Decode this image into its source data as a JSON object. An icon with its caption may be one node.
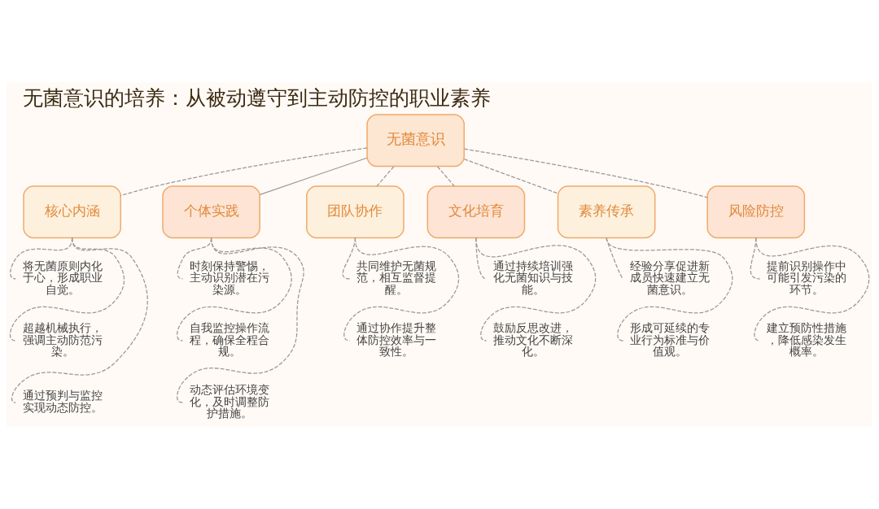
{
  "diagram": {
    "title": "无菌意识的培养：从被动遵守到主动防控的职业素养",
    "nodes": [
      {
        "text": [
          "无菌意识"
        ]
      },
      {
        "text": [
          "核心内涵"
        ]
      },
      {
        "text": [
          "个体实践"
        ]
      },
      {
        "text": [
          "团队协作"
        ]
      },
      {
        "text": [
          "文化培育"
        ]
      },
      {
        "text": [
          "素养传承"
        ]
      },
      {
        "text": [
          "风险防控"
        ]
      },
      {
        "text": [
          "将无菌原则内化于心，形成职业自觉。"
        ]
      },
      {
        "text": [
          "超越机械执行，强调主动防范污染。"
        ]
      },
      {
        "text": [
          "通过预判与监控实现动态防控。"
        ]
      },
      {
        "text": [
          "时刻保持警惕，主动识别潜在污染源。"
        ]
      },
      {
        "text": [
          "自我监控操作流程，确保全程合规。"
        ]
      },
      {
        "text": [
          "动态评估环境变化，及时调整防护措施。"
        ]
      },
      {
        "text": [
          "共同维护无菌规范，相互监督提醒。"
        ]
      },
      {
        "text": [
          "通过协作提升整体防控效率与一致性。"
        ]
      },
      {
        "text": [
          "通过持续培训强化无菌知识与技能。"
        ]
      },
      {
        "text": [
          "鼓励反思改进，推动文化不断深化。"
        ]
      },
      {
        "text": [
          "经验分享促进新成员快速建立无菌意识。"
        ]
      },
      {
        "text": [
          "形成可延续的专业行为标准与价值观。"
        ]
      },
      {
        "text": [
          "提前识别操作中可能引发污染的环节。"
        ]
      },
      {
        "text": [
          "建立预防性措施，降低感染发生概率。"
        ]
      }
    ],
    "edges": [
      {
        "from": 0,
        "to": 1,
        "arrow": "none",
        "style": "dashed"
      },
      {
        "from": 0,
        "to": 2,
        "arrow": "none"
      },
      {
        "from": 0,
        "to": 3,
        "arrow": "none",
        "style": "dashed"
      },
      {
        "from": 0,
        "to": 4,
        "arrow": "none",
        "style": "dashed"
      },
      {
        "from": 0,
        "to": 5,
        "arrow": "none",
        "style": "dashed"
      },
      {
        "from": 0,
        "to": 6,
        "arrow": "none",
        "style": "dashed"
      },
      {
        "from": 1,
        "to": 7,
        "arrow": "none",
        "style": "dashed"
      },
      {
        "from": 1,
        "to": 8,
        "arrow": "none",
        "style": "dashed"
      },
      {
        "from": 1,
        "to": 9,
        "arrow": "none",
        "style": "dashed"
      },
      {
        "from": 2,
        "to": 10,
        "arrow": "none",
        "style": "dashed"
      },
      {
        "from": 2,
        "to": 11,
        "arrow": "none",
        "style": "dashed"
      },
      {
        "from": 2,
        "to": 12,
        "arrow": "none",
        "style": "dashed"
      },
      {
        "from": 3,
        "to": 13,
        "arrow": "none",
        "style": "dashed"
      },
      {
        "from": 3,
        "to": 14,
        "arrow": "none",
        "style": "dashed"
      },
      {
        "from": 4,
        "to": 15,
        "arrow": "none",
        "style": "dashed"
      },
      {
        "from": 4,
        "to": 16,
        "arrow": "none",
        "style": "dashed"
      },
      {
        "from": 5,
        "to": 17,
        "arrow": "none",
        "style": "dashed"
      },
      {
        "from": 5,
        "to": 18,
        "arrow": "none",
        "style": "dashed"
      },
      {
        "from": 6,
        "to": 19,
        "arrow": "none",
        "style": "dashed"
      },
      {
        "from": 6,
        "to": 20,
        "arrow": "none",
        "style": "dashed"
      }
    ]
  }
}
